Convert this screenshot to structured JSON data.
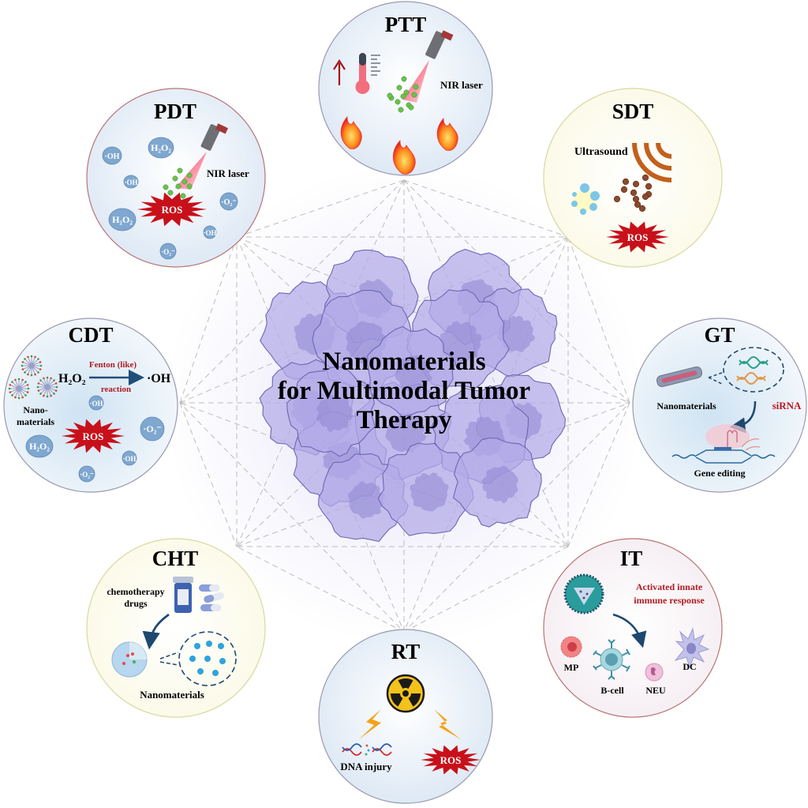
{
  "title": {
    "line1": "Nanomaterials",
    "line2": "for Multimodal Tumor",
    "line3": "Therapy"
  },
  "colors": {
    "cell_fill": "#b3abe8",
    "cell_stroke": "#6e66b4",
    "ros_red": "#c8101a",
    "label_red": "#b01c22",
    "bubble_blue": "#7fa7cf",
    "connector": "#b9b9b9"
  },
  "nodes": {
    "ptt": {
      "title": "PTT",
      "laser_label": "NIR laser"
    },
    "pdt": {
      "title": "PDT",
      "laser_label": "NIR laser",
      "ros": "ROS",
      "species": [
        "·OH",
        "H₂O₂",
        "·OH",
        "H₂O₂",
        "·O₂⁻",
        "·OH",
        "·O₂⁻"
      ]
    },
    "sdt": {
      "title": "SDT",
      "ultrasound_label": "Ultrasound",
      "ros": "ROS"
    },
    "cdt": {
      "title": "CDT",
      "reactant": "H₂O₂",
      "product": "·OH",
      "reaction_top": "Fenton (like)",
      "reaction_bottom": "reaction",
      "nano_label_1": "Nano-",
      "nano_label_2": "materials",
      "ros": "ROS",
      "species": [
        "·OH",
        "·O₂⁻",
        "H₂O₂",
        "·OH",
        "·O₂⁻"
      ]
    },
    "gt": {
      "title": "GT",
      "nano_label": "Nanomaterials",
      "sirna_label": "siRNA",
      "gene_label": "Gene editing"
    },
    "cht": {
      "title": "CHT",
      "drugs_label_1": "chemotherapy",
      "drugs_label_2": "drugs",
      "nano_label": "Nanomaterials"
    },
    "it": {
      "title": "IT",
      "response_1": "Activated innate",
      "response_2": "immune response",
      "cells": [
        "MP",
        "B-cell",
        "NEU",
        "DC"
      ]
    },
    "rt": {
      "title": "RT",
      "dna_label": "DNA injury",
      "ros": "ROS"
    }
  }
}
